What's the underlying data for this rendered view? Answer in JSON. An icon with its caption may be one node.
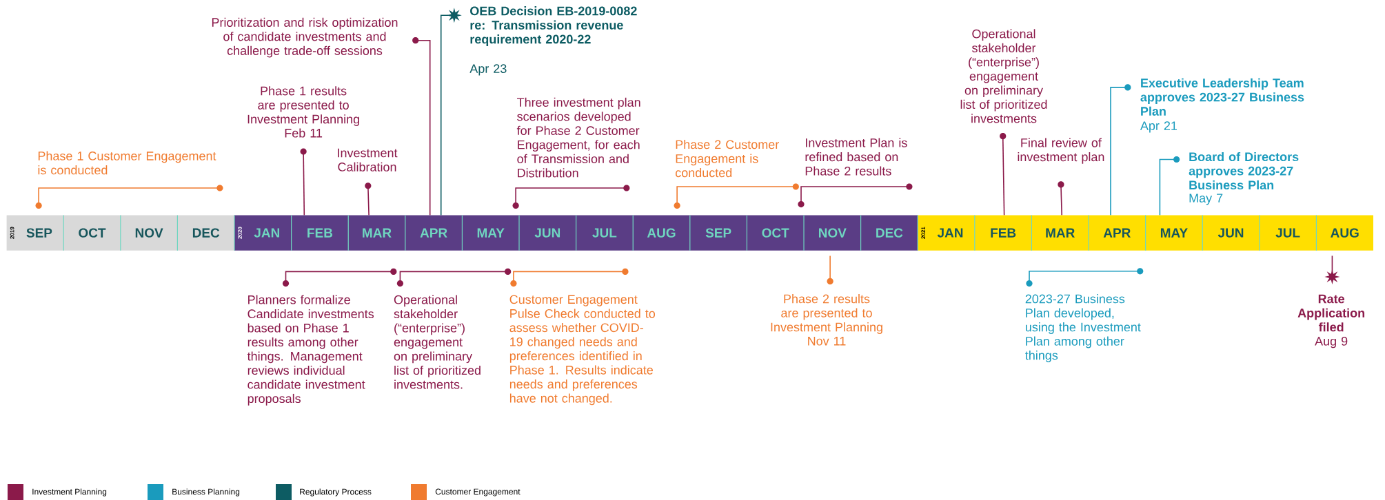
{
  "diagram": {
    "labels": [
      "Prioritization and risk optimization of candidate investments and challenge trade-off sessions",
      "OEB Decision EB-2019-0082 re: Transmission revenue requirement 2020-22",
      "Apr 23",
      "Operational stakeholder (“enterprise”) engagement on preliminary list of prioritized investments",
      "Executive Leadership Team approves 2023-27 Business Plan",
      "Apr 21",
      "Phase 1 results are presented to Investment Planning",
      "Feb 11",
      "Three investment plan scenarios developed for Phase 2 Customer Engagement, for each of Transmission and Distribution",
      "Final review of investment plan",
      "Phase 1 Customer Engagement is conducted",
      "Investment Calibration",
      "Phase 2 Customer Engagement is conducted",
      "Investment Plan is refined based on Phase 2 results",
      "Board of Directors approves 2023-27 Business Plan",
      "May 7",
      "2019",
      "SEP",
      "OCT",
      "NOV",
      "DEC",
      "2020",
      "JAN",
      "FEB",
      "MAR",
      "APR",
      "MAY",
      "JUN",
      "JUL",
      "AUG",
      "SEP",
      "OCT",
      "NOV",
      "DEC",
      "2021",
      "JAN",
      "FEB",
      "MAR",
      "APR",
      "MAY",
      "JUN",
      "JUL",
      "AUG",
      "Planners formalize Candidate investments based on Phase 1 results among other things. Management reviews individual candidate investment proposals",
      "Operational stakeholder (“enterprise”) engagement on preliminary list of prioritized investments.",
      "Customer Engagement Pulse Check conducted to assess whether COVID-19 changed needs and preferences identified in Phase 1. Results indicate needs and preferences have not changed.",
      "Phase 2 results are presented to Investment Planning",
      "Nov 11",
      "2023-27 Business Plan developed, using the Investment Plan among other things",
      "Rate Application filed",
      "Aug 9"
    ],
    "legend": [
      {
        "text": "Investment Planning",
        "color": "#8b1a4a"
      },
      {
        "text": "Business Planning",
        "color": "#1a9bbd"
      },
      {
        "text": "Regulatory Process",
        "color": "#0d5c63"
      },
      {
        "text": "Customer Engagement",
        "color": "#f07b2f"
      }
    ]
  }
}
